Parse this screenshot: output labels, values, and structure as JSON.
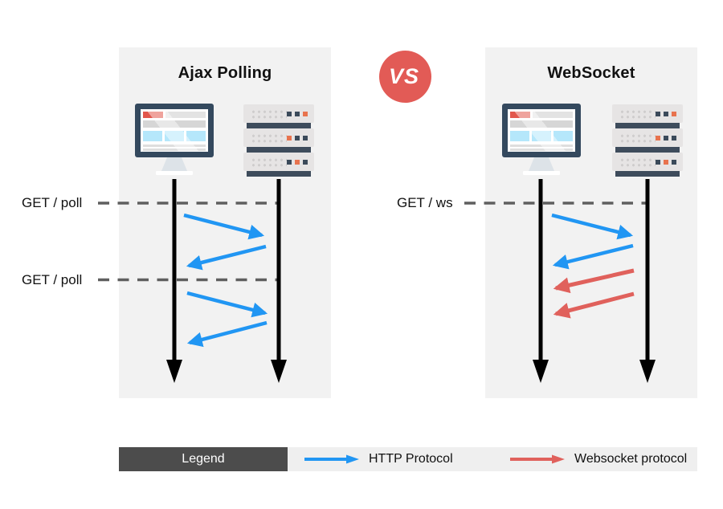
{
  "vs_badge": {
    "label": "VS",
    "color": "#e25b56"
  },
  "left_panel": {
    "title": "Ajax Polling",
    "client_icon": "browser-monitor-icon",
    "server_icon": "server-stack-icon",
    "request_labels": [
      "GET / poll",
      "GET / poll"
    ],
    "message_arrows": [
      {
        "direction": "client-to-server",
        "protocol": "http"
      },
      {
        "direction": "server-to-client",
        "protocol": "http"
      },
      {
        "direction": "client-to-server",
        "protocol": "http"
      },
      {
        "direction": "server-to-client",
        "protocol": "http"
      }
    ]
  },
  "right_panel": {
    "title": "WebSocket",
    "client_icon": "browser-monitor-icon",
    "server_icon": "server-stack-icon",
    "request_labels": [
      "GET / ws"
    ],
    "message_arrows": [
      {
        "direction": "client-to-server",
        "protocol": "http"
      },
      {
        "direction": "server-to-client",
        "protocol": "http"
      },
      {
        "direction": "server-to-client",
        "protocol": "websocket"
      },
      {
        "direction": "server-to-client",
        "protocol": "websocket"
      }
    ]
  },
  "legend": {
    "title": "Legend",
    "items": [
      {
        "label": "HTTP Protocol",
        "color": "#2196f3",
        "icon": "http-arrow-icon"
      },
      {
        "label": "Websocket protocol",
        "color": "#e0615c",
        "icon": "websocket-arrow-icon"
      }
    ]
  },
  "colors": {
    "http_arrow": "#2196f3",
    "websocket_arrow": "#e0615c",
    "panel_background": "#f2f2f2",
    "legend_header_background": "#4c4c4c",
    "legend_bar_background": "#efefef",
    "vs_badge": "#e25b56",
    "lifeline": "#000000",
    "dashed_line": "#5f5f5f",
    "monitor_frame": "#34495e",
    "server_accent": "#e8734e"
  }
}
